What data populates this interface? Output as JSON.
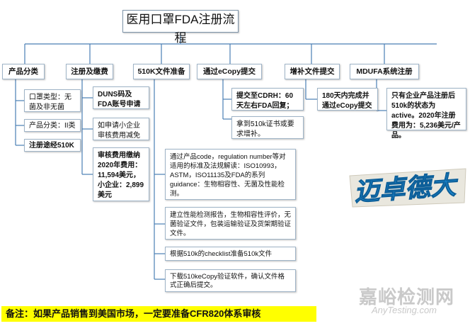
{
  "title": "医用口罩FDA注册流程",
  "branches": {
    "b1": {
      "header": "产品分类",
      "items": [
        "口罩类型：无菌及非无菌",
        "产品分类：II类",
        "注册途经510K"
      ]
    },
    "b2": {
      "header": "注册及缴费",
      "items": [
        "DUNS码及FDA账号申请",
        "如申请小企业审核费用减免",
        "审核费用缴纳2020年费用：11,594美元，小企业：2,899美元"
      ]
    },
    "b3": {
      "header": "510K文件准备",
      "items": [
        "通过产品code，regulation number等对适用的标准及法规解读：ISO10993，ASTM，ISO11135及FDA的系列guidance：生物相容性、无菌及性能检测。",
        "建立性能检测报告，生物相容性评价，无菌验证文件，包装运输验证及货架期验证文件。",
        "根据510k的checklist准备510k文件",
        "下载510keCopy验证软件，确认文件格式正确后提交。"
      ]
    },
    "b4": {
      "header": "通过eCopy提交",
      "items": [
        "提交至CDRH：60天左右FDA回复；",
        "拿到510k证书或要求增补。"
      ]
    },
    "b5": {
      "header": "增补文件提交",
      "items": [
        "180天内完成并通过eCopy提交"
      ]
    },
    "b6": {
      "header": "MDUFA系统注册",
      "items": [
        "只有企业产品注册后510k的状态为active。2020年注册费用为：5,236美元/产品。"
      ]
    }
  },
  "note": "备注：如果产品销售到美国市场，一定要准备CFR820体系审核",
  "stamp": "迈卓德大",
  "watermark": {
    "cn": "嘉峪检测网",
    "en": "AnyTesting.com"
  },
  "colors": {
    "accent": "#4a7fb5",
    "border": "#9fb4c7",
    "note_bg": "#ffff00",
    "stamp": "#1f8fd8"
  }
}
